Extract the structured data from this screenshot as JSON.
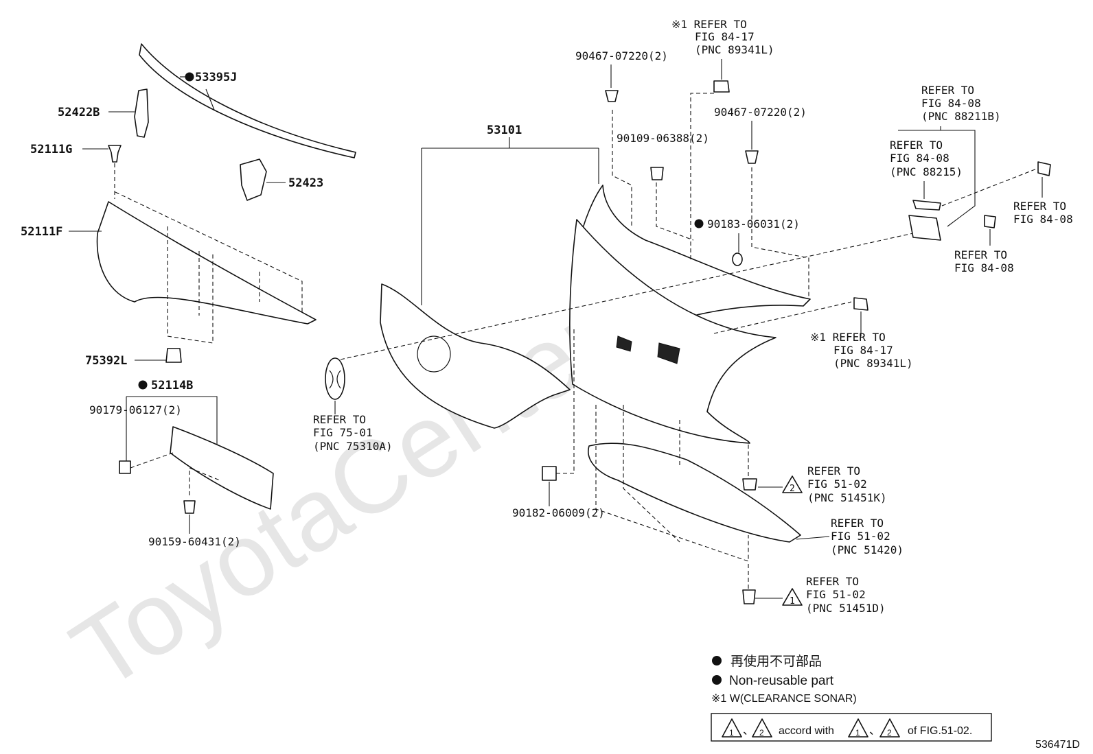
{
  "watermark": "ToyotaCenter.ru",
  "diagram_code": "536471D",
  "callouts": {
    "p53395J": "53395J",
    "p52422B": "52422B",
    "p52111G": "52111G",
    "p52423": "52423",
    "p52111F": "52111F",
    "p75392L": "75392L",
    "p52114B": "52114B",
    "p90179": "90179-06127(2)",
    "p90159": "90159-60431(2)",
    "p53101": "53101",
    "p90467a": "90467-07220(2)",
    "p90467b": "90467-07220(2)",
    "p90109": "90109-06388(2)",
    "p90183": "90183-06031(2)",
    "p90182": "90182-06009(2)"
  },
  "refs": {
    "r1": [
      "※1 REFER TO",
      "FIG 84-17",
      "(PNC 89341L)"
    ],
    "r2": [
      "REFER TO",
      "FIG 84-08",
      "(PNC 88211B)"
    ],
    "r3": [
      "REFER TO",
      "FIG 84-08",
      "(PNC 88215)"
    ],
    "r4": [
      "REFER TO",
      "FIG 84-08"
    ],
    "r5": [
      "REFER TO",
      "FIG 84-08"
    ],
    "r6": [
      "※1 REFER TO",
      "FIG 84-17",
      "(PNC 89341L)"
    ],
    "r7": [
      "REFER TO",
      "FIG 75-01",
      "(PNC 75310A)"
    ],
    "r8": [
      "REFER TO",
      "FIG 51-02",
      "(PNC 51451K)"
    ],
    "r9": [
      "REFER TO",
      "FIG 51-02",
      "(PNC 51420)"
    ],
    "r10": [
      "REFER TO",
      "FIG 51-02",
      "(PNC 51451D)"
    ]
  },
  "triangles": {
    "t2": "2",
    "t1": "1"
  },
  "legend": {
    "line1": "再使用不可部品",
    "line2": "Non-reusable part",
    "line3": "※1 W(CLEARANCE SONAR)",
    "box_sep1": "、",
    "box_mid": "accord with",
    "box_sep2": "、",
    "box_end": "of FIG.51-02.",
    "tri_a": "1",
    "tri_b": "2"
  }
}
